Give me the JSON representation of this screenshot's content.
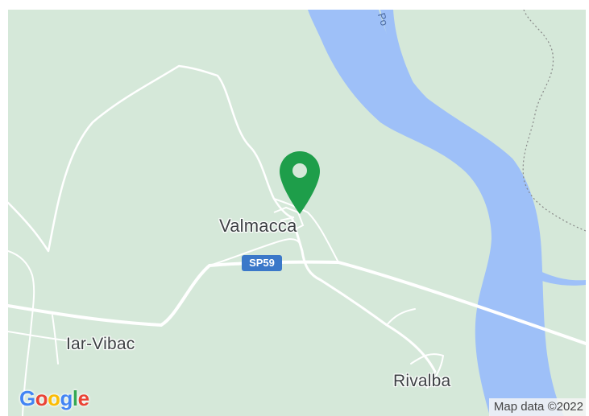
{
  "map": {
    "marker_color": "#1e9e4a",
    "land_color": "#d5e8d9",
    "water_color": "#9ec0f8",
    "road_color": "#ffffff",
    "places": {
      "valmacca": "Valmacca",
      "iar_vibac": "Iar-Vibac",
      "rivalba": "Rivalba"
    },
    "river": "Po",
    "route_shield": "SP59",
    "logo": {
      "g1": "G",
      "o1": "o",
      "o2": "o",
      "g2": "g",
      "l": "l",
      "e": "e"
    },
    "attribution": "Map data ©2022"
  }
}
